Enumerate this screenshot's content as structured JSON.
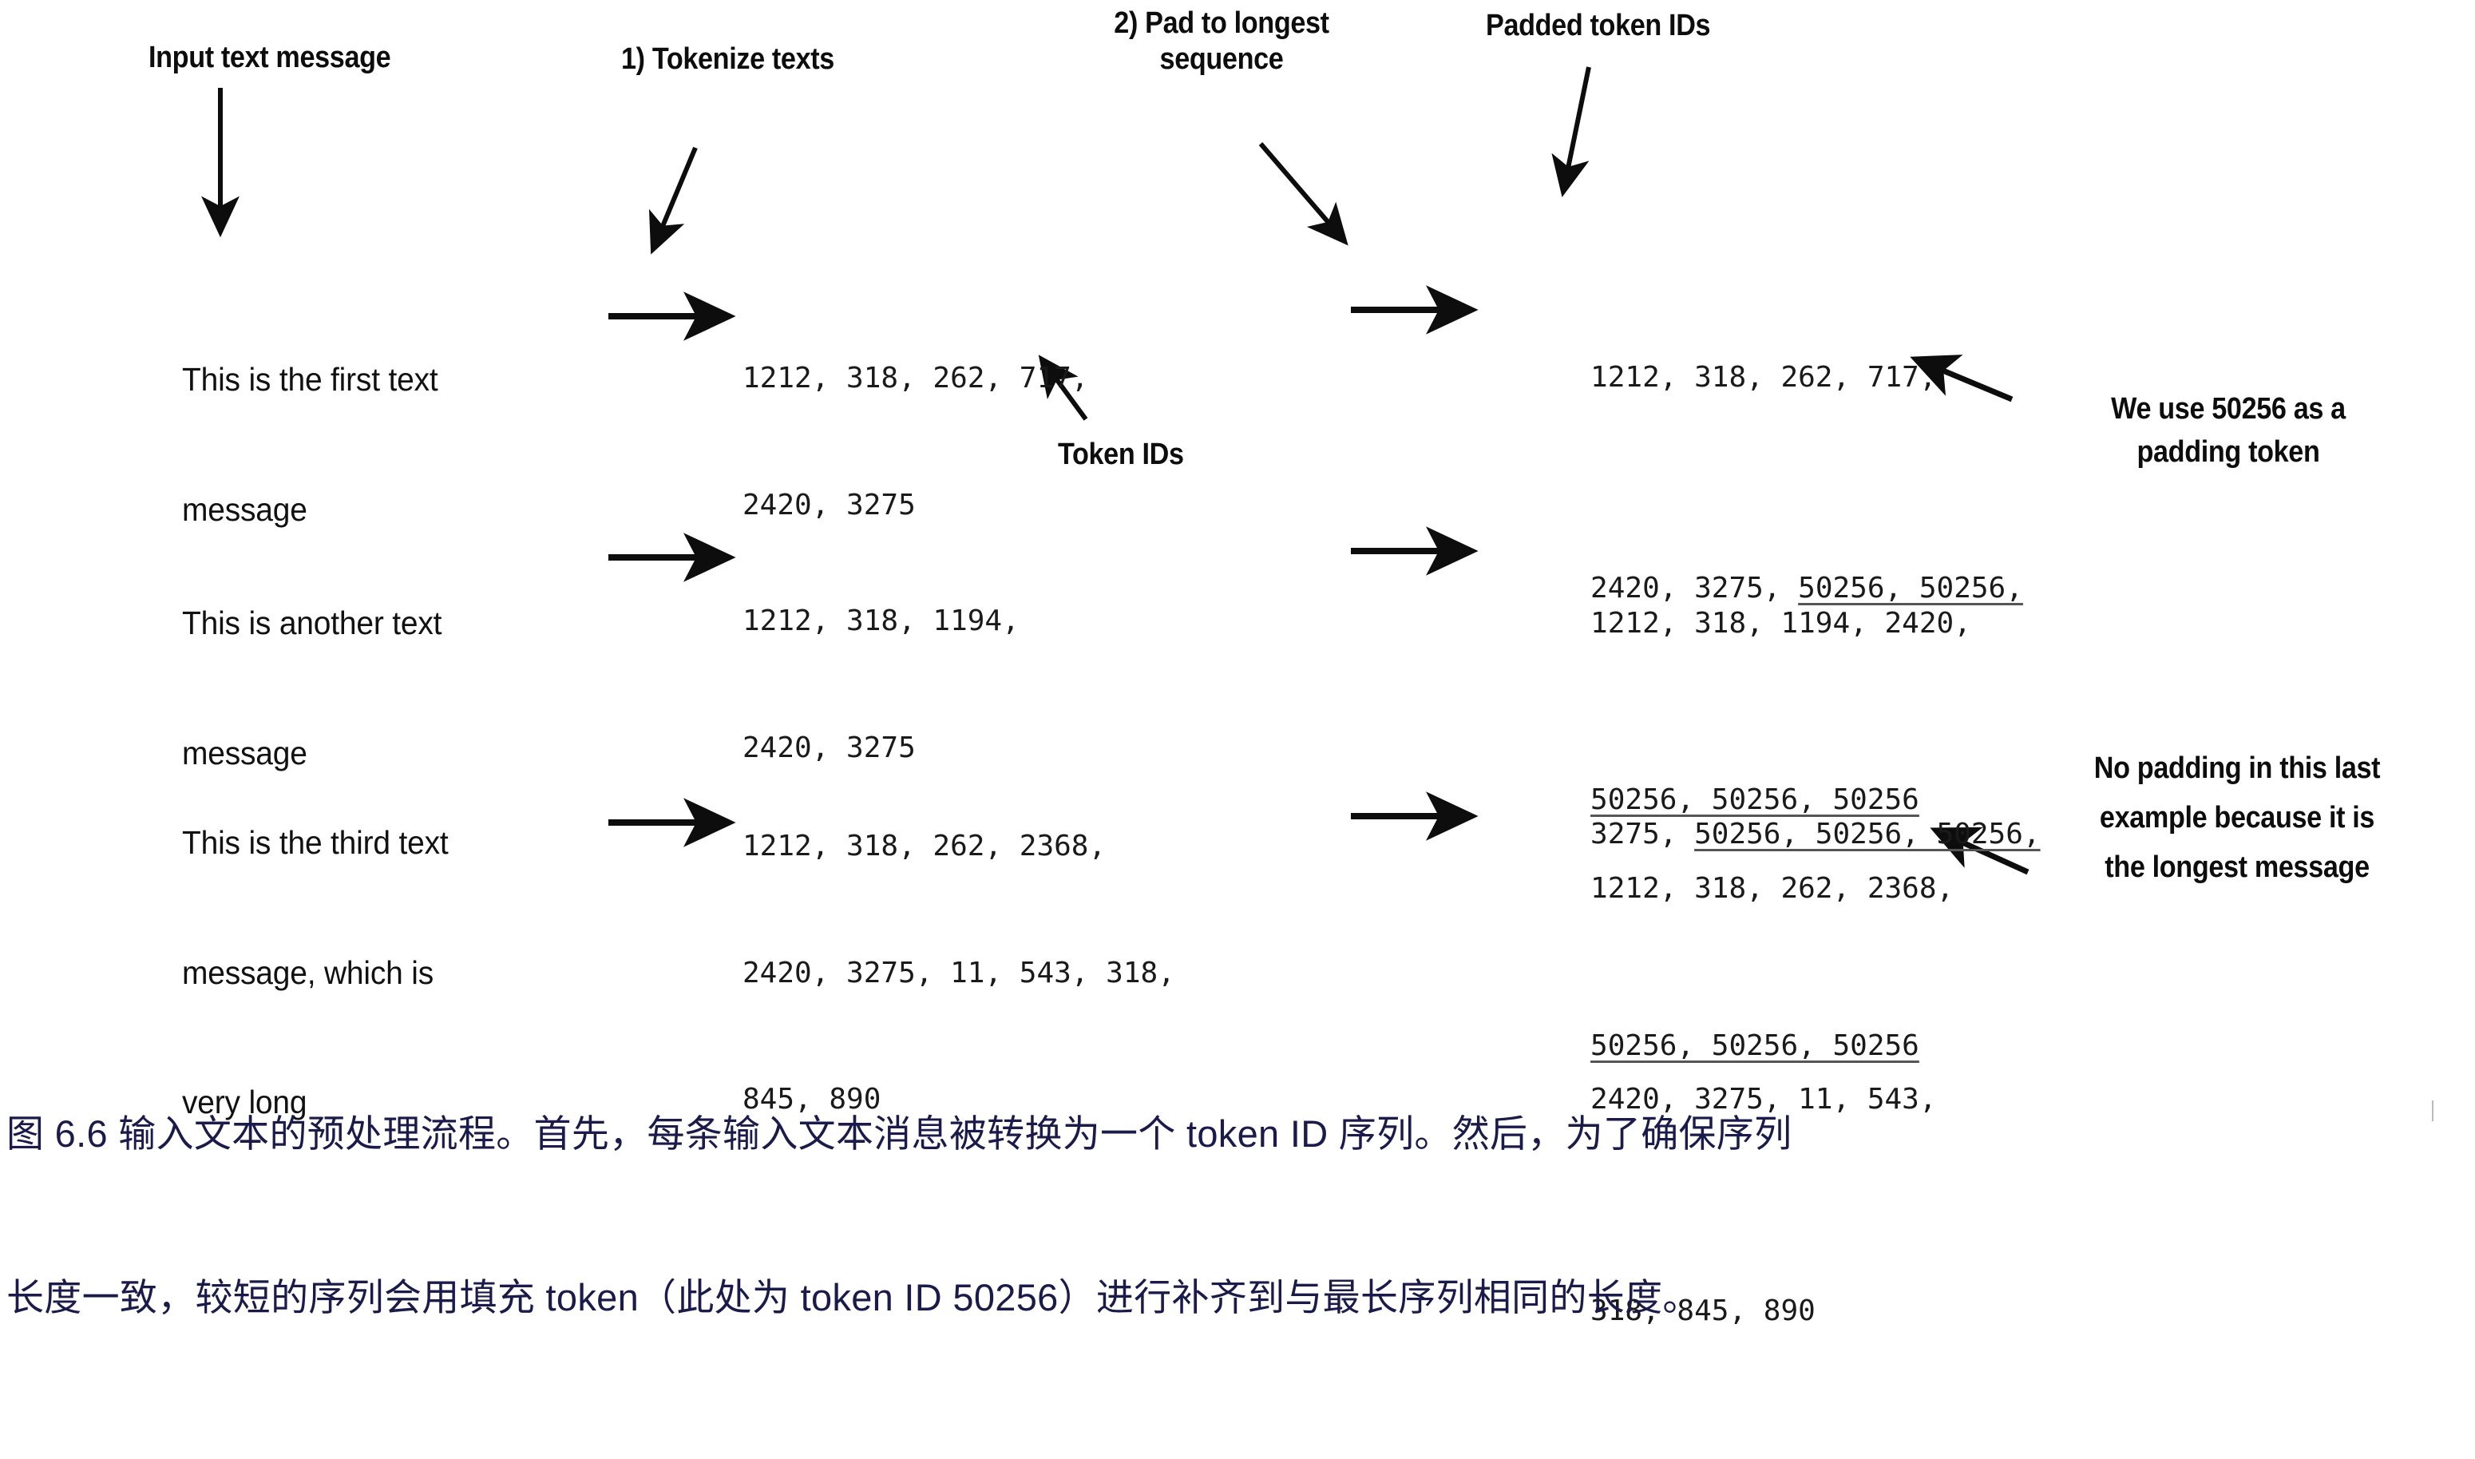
{
  "figure": {
    "annotations": {
      "input_text_message": "Input text message",
      "tokenize_step": "1) Tokenize texts",
      "pad_step_line1": "2) Pad to longest",
      "pad_step_line2": "sequence",
      "padded_token_ids": "Padded token IDs",
      "token_ids": "Token IDs",
      "padding_note_line1": "We use 50256 as a",
      "padding_note_line2": "padding token",
      "no_padding_note_line1": "No padding in this last",
      "no_padding_note_line2": "example because it is",
      "no_padding_note_line3": "the longest message"
    },
    "rows": [
      {
        "id": "row-1",
        "message_lines": [
          "This is the first text",
          "message"
        ],
        "token_id_lines": [
          "1212, 318, 262, 717,",
          "2420, 3275"
        ],
        "padded_segments": [
          [
            {
              "text": "1212, 318, 262, 717,",
              "pad": false
            }
          ],
          [
            {
              "text": "2420, 3275, ",
              "pad": false
            },
            {
              "text": "50256, 50256,",
              "pad": true
            }
          ],
          [
            {
              "text": "50256, 50256, 50256",
              "pad": true
            }
          ]
        ]
      },
      {
        "id": "row-2",
        "message_lines": [
          "This is another text",
          "message"
        ],
        "token_id_lines": [
          "1212, 318, 1194,",
          "2420, 3275"
        ],
        "padded_segments": [
          [
            {
              "text": "1212, 318, 1194, 2420,",
              "pad": false
            }
          ],
          [
            {
              "text": "3275, ",
              "pad": false
            },
            {
              "text": "50256, 50256, 50256,",
              "pad": true
            }
          ],
          [
            {
              "text": "50256, 50256, 50256",
              "pad": true
            }
          ]
        ]
      },
      {
        "id": "row-3",
        "message_lines": [
          "This is the third text",
          "message, which is",
          "very long"
        ],
        "token_id_lines": [
          "1212, 318, 262, 2368,",
          "2420, 3275, 11, 543, 318,",
          "845, 890"
        ],
        "padded_segments": [
          [
            {
              "text": "1212, 318, 262, 2368,",
              "pad": false
            }
          ],
          [
            {
              "text": "2420, 3275, 11, 543,",
              "pad": false
            }
          ],
          [
            {
              "text": "318, 845, 890",
              "pad": false
            }
          ]
        ]
      }
    ],
    "caption": {
      "line1": "图 6.6 输入文本的预处理流程。首先，每条输入文本消息被转换为一个 token ID 序列。然后，为了确保序列",
      "line2": "长度一致，较短的序列会用填充 token（此处为 token ID 50256）进行补齐到与最长序列相同的长度。"
    },
    "colors": {
      "ink": "#0d0d0d",
      "mono_ink": "#1a1a1a",
      "caption": "#1a1b4b",
      "underline": "#555555",
      "background": "#ffffff"
    }
  }
}
